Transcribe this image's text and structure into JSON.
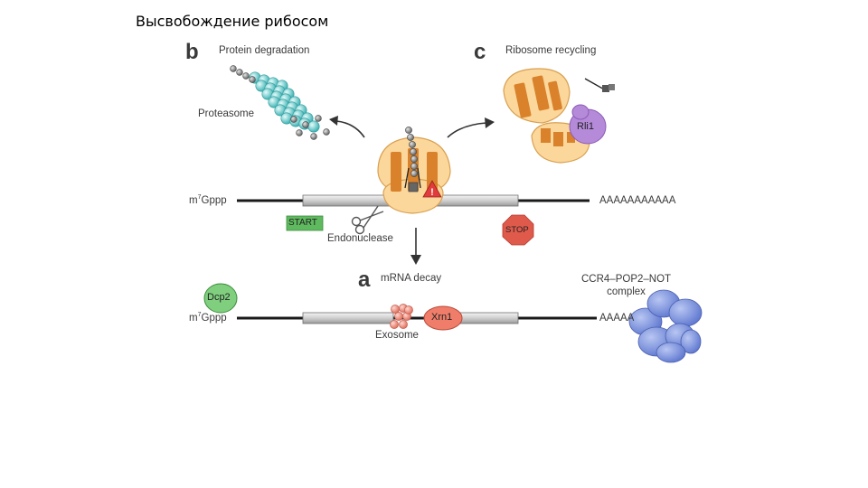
{
  "title": "Высвобождение рибосом",
  "panels": {
    "b": {
      "letter": "b",
      "caption": "Protein degradation",
      "proteasome": "Proteasome"
    },
    "c": {
      "letter": "c",
      "caption": "Ribosome recycling",
      "factor": "Rli1"
    },
    "a": {
      "letter": "a",
      "caption": "mRNA decay",
      "decapping": "Dcp2",
      "exonuclease": "Xrn1",
      "exosome": "Exosome",
      "deadenylase": "CCR4–POP2–NOT\ncomplex"
    }
  },
  "top_mrna": {
    "cap_prefix": "m",
    "cap_sup": "7",
    "cap_suffix": "Gppp",
    "start": "START",
    "stop": "STOP",
    "polyA": "AAAAAAAAAAA",
    "endonuclease": "Endonuclease"
  },
  "bottom_mrna": {
    "cap_prefix": "m",
    "cap_sup": "7",
    "cap_suffix": "Gppp",
    "polyA": "AAAAA"
  },
  "colors": {
    "ribosome_fill": "#fbd79b",
    "ribosome_stroke": "#d9a050",
    "trna": "#d9822b",
    "proteasome": "#6dcfd0",
    "rli1": "#b58ad9",
    "start": "#5fb95f",
    "stop": "#e05a4b",
    "dcp2": "#7fcf7f",
    "xrn1": "#ef7d6a",
    "ccr4": "#7f95dd"
  }
}
